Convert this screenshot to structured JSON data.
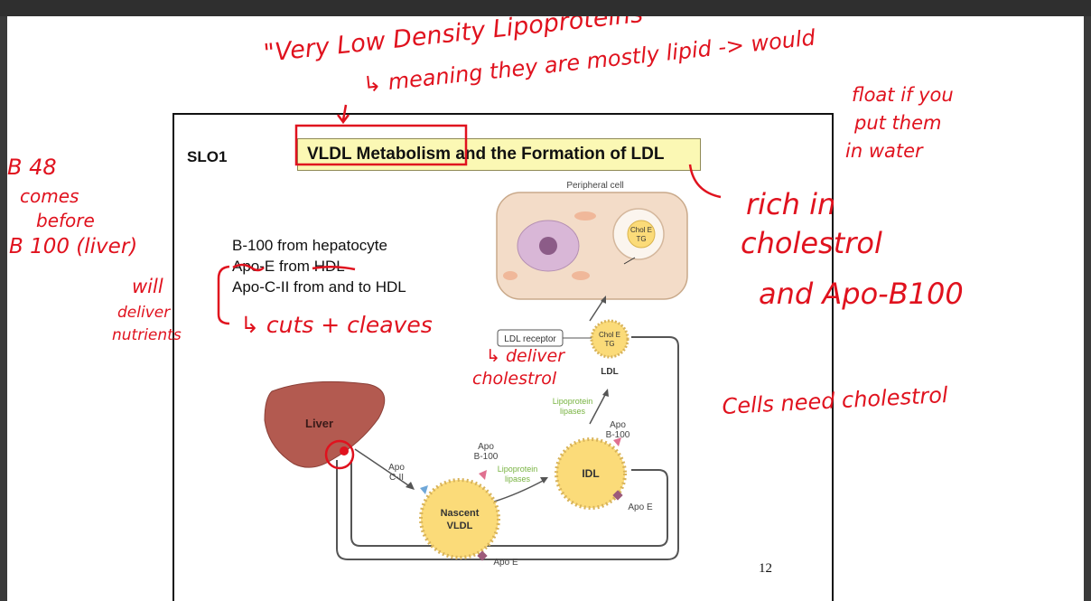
{
  "slide": {
    "slo": "SLO1",
    "title": "VLDL Metabolism and the Formation of LDL",
    "page_number": "12",
    "notes": [
      "B-100 from hepatocyte",
      "Apo-E from HDL",
      "Apo-C-II from and to HDL"
    ]
  },
  "diagram": {
    "peripheral_cell": "Peripheral cell",
    "chol_e": "Chol E",
    "tg": "TG",
    "ldl_receptor": "LDL receptor",
    "ldl": "LDL",
    "lipoprotein": "Lipoprotein",
    "lipases": "lipases",
    "apo": "Apo",
    "b100": "B-100",
    "cii": "C-II",
    "idl": "IDL",
    "apo_e": "Apo E",
    "liver": "Liver",
    "nascent": "Nascent",
    "vldl": "VLDL"
  },
  "handwriting": {
    "top_line1": "\"Very Low Density Lipoproteins\"",
    "top_line2": "↳ meaning they are mostly lipid -> would",
    "right_top1": "float if you",
    "right_top2": "put them",
    "right_top3": "in water",
    "rich1": "rich in",
    "rich2": "cholestrol",
    "rich3": "and Apo-B100",
    "cells_need": "Cells need cholestrol",
    "left1": "B 48",
    "left2": "comes",
    "left3": "before",
    "left4": "B 100 (liver)",
    "will1": "will",
    "will2": "deliver",
    "will3": "nutrients",
    "cuts": "↳ cuts + cleaves",
    "deliver1": "↳ deliver",
    "deliver2": "cholestrol"
  },
  "colors": {
    "annotation": "#e0121e",
    "title_bg": "#fbf8b4",
    "cell": "#f3dcc8",
    "lipoprotein_core": "#fbdb79",
    "lipase_text": "#78b341"
  }
}
